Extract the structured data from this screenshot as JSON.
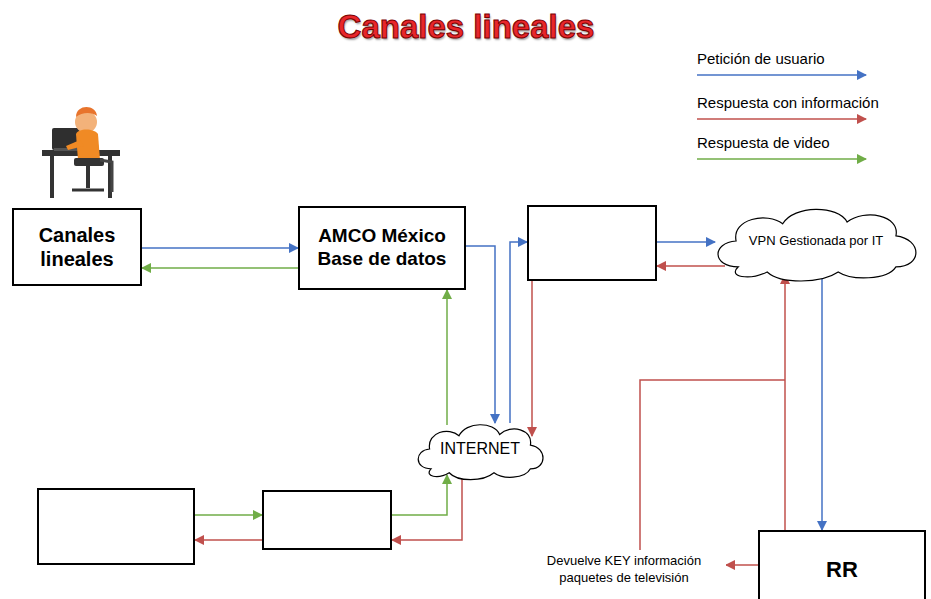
{
  "diagram": {
    "title": "Canales lineales",
    "nodes": [
      {
        "text": [
          "Canales lineales"
        ]
      },
      {
        "text": [
          "AMCO México Base de datos"
        ]
      },
      {
        "text": []
      },
      {
        "text": [
          "VPN Gestionada por IT"
        ]
      },
      {
        "text": [
          "INTERNET"
        ]
      },
      {
        "text": []
      },
      {
        "text": []
      },
      {
        "text": [
          "RR"
        ]
      }
    ],
    "edges": [
      {
        "from": 0,
        "to": 1,
        "arrow": "to"
      },
      {
        "from": 1,
        "to": 0,
        "arrow": "to"
      },
      {
        "from": 1,
        "to": 4,
        "arrow": "to"
      },
      {
        "from": 4,
        "to": 2,
        "arrow": "to"
      },
      {
        "from": 2,
        "to": 4,
        "arrow": "to"
      },
      {
        "from": 4,
        "to": 1,
        "arrow": "to"
      },
      {
        "from": 2,
        "to": 3,
        "arrow": "to"
      },
      {
        "from": 3,
        "to": 2,
        "arrow": "to"
      },
      {
        "from": 3,
        "to": 7,
        "arrow": "to"
      },
      {
        "from": 7,
        "to": 3,
        "arrow": "to"
      },
      {
        "from": 4,
        "to": 6,
        "arrow": "to"
      },
      {
        "from": 6,
        "to": 4,
        "arrow": "to"
      },
      {
        "from": 6,
        "to": 5,
        "arrow": "to"
      },
      {
        "from": 5,
        "to": 6,
        "arrow": "to"
      }
    ],
    "labels": [
      "Devuelve KEY información paquetes de televisión"
    ],
    "legend": [
      {
        "text": "Petición de usuario"
      },
      {
        "text": "Respuesta con información"
      },
      {
        "text": "Respuesta de video"
      }
    ]
  }
}
